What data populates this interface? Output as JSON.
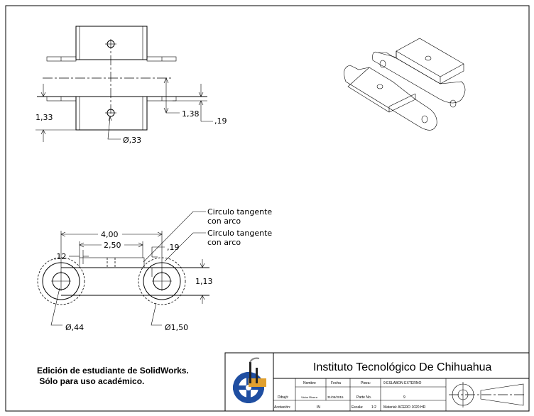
{
  "drawing": {
    "top_view": {
      "dim_height": "1,33",
      "dim_hole_offset": "1,38",
      "dim_flange": ",19",
      "dim_hole_diameter": "Ø,33"
    },
    "side_view": {
      "dim_pitch": "4,00",
      "dim_plate_length": "2,50",
      "dim_offset": ",12",
      "dim_plate_thickness": ",19",
      "dim_height": "1,13",
      "dim_pin_hole": "Ø,44",
      "dim_outer": "Ø1,50",
      "note_1": [
        "Circulo tangente",
        "con arco"
      ],
      "note_2": [
        "Circulo tangente",
        "con arco"
      ]
    }
  },
  "watermark": {
    "line1": "Edición de estudiante de SolidWorks.",
    "line2": " Sólo para uso académico."
  },
  "title_block": {
    "institution": "Instituto Tecnológico De Chihuahua",
    "headers": {
      "nombre": "Nombre",
      "fecha": "Fecha",
      "pieza": "Pieza:"
    },
    "piece_name": "9 ESLABON EXTERNO",
    "drawn_label": "Dibujó:",
    "drawn_by": "Victor Rivera",
    "date": "31/05/2015",
    "part_no_label": "Parte No.",
    "part_no": "9",
    "units_label": "Acotación:",
    "units": "IN",
    "scale_label": "Escala:",
    "scale": "1:2",
    "material": "Material: ACERO 1020 HR",
    "projection_icon": "first-angle-projection-symbol",
    "logo": "gear-factory-logo",
    "logo_colors": {
      "gear": "#1f4ea1",
      "factory": "#e0a030",
      "smoke": "#888888"
    }
  }
}
